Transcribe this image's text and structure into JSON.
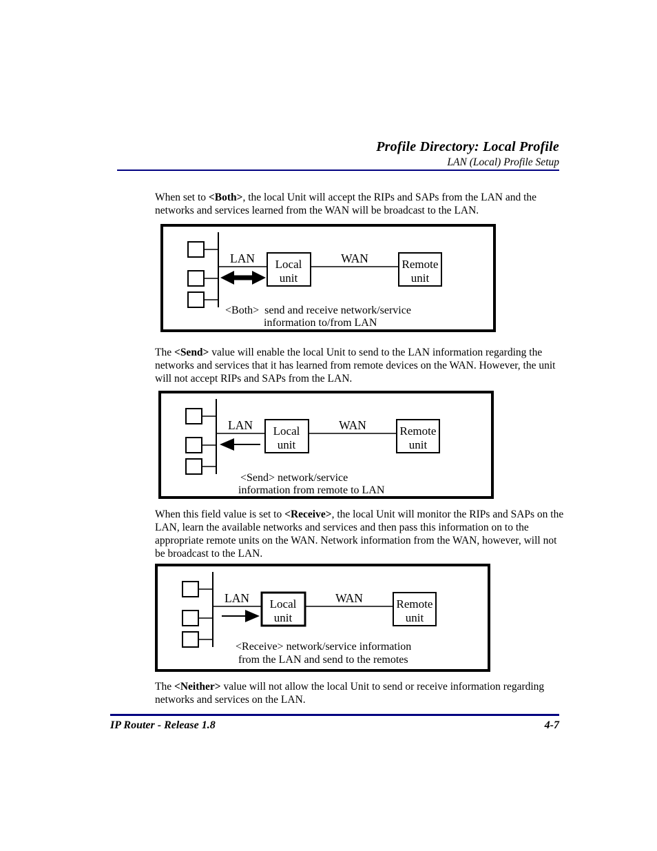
{
  "doc": {
    "header": {
      "title": "Profile Directory: Local Profile",
      "subtitle": "LAN (Local) Profile Setup"
    },
    "paragraphs": {
      "p1": {
        "before": "When set to ",
        "term": "<Both>",
        "after": ", the local Unit will accept the RIPs and SAPs from the LAN and the networks and services learned from the WAN will be broadcast to the LAN."
      },
      "p2": {
        "before": "The ",
        "term": "<Send>",
        "after": " value will enable the local Unit to send to the LAN information regarding the networks and services that it has learned from remote devices on the WAN. However, the unit will not accept RIPs and SAPs from the LAN."
      },
      "p3": {
        "before": "When this field value is set to ",
        "term": "<Receive>",
        "after": ", the local Unit will monitor the RIPs and SAPs on the LAN, learn the available networks and services and then pass this information on to the appropriate remote units on the WAN. Network information from the WAN, however, will not be broadcast to the LAN."
      },
      "p4": {
        "before": "The ",
        "term": "<Neither>",
        "after": " value will not allow the local Unit to send or receive information regarding networks and services on the LAN."
      }
    },
    "diagrams": [
      {
        "mode": "both",
        "lan": "LAN",
        "wan": "WAN",
        "local_line1": "Local",
        "local_line2": "unit",
        "remote_line1": "Remote",
        "remote_line2": "unit",
        "caption1": "<Both>  send and receive network/service",
        "caption2": "information to/from LAN"
      },
      {
        "mode": "send",
        "lan": "LAN",
        "wan": "WAN",
        "local_line1": "Local",
        "local_line2": "unit",
        "remote_line1": "Remote",
        "remote_line2": "unit",
        "caption1": "<Send> network/service",
        "caption2": "information from remote to LAN"
      },
      {
        "mode": "receive",
        "lan": "LAN",
        "wan": "WAN",
        "local_line1": "Local",
        "local_line2": "unit",
        "remote_line1": "Remote",
        "remote_line2": "unit",
        "caption1": "<Receive> network/service information",
        "caption2": "from the LAN and send to the remotes"
      }
    ],
    "footer": {
      "left": "IP Router - Release 1.8",
      "right": "4-7"
    },
    "colors": {
      "rule": "#000080",
      "text": "#000000",
      "background": "#ffffff"
    }
  }
}
